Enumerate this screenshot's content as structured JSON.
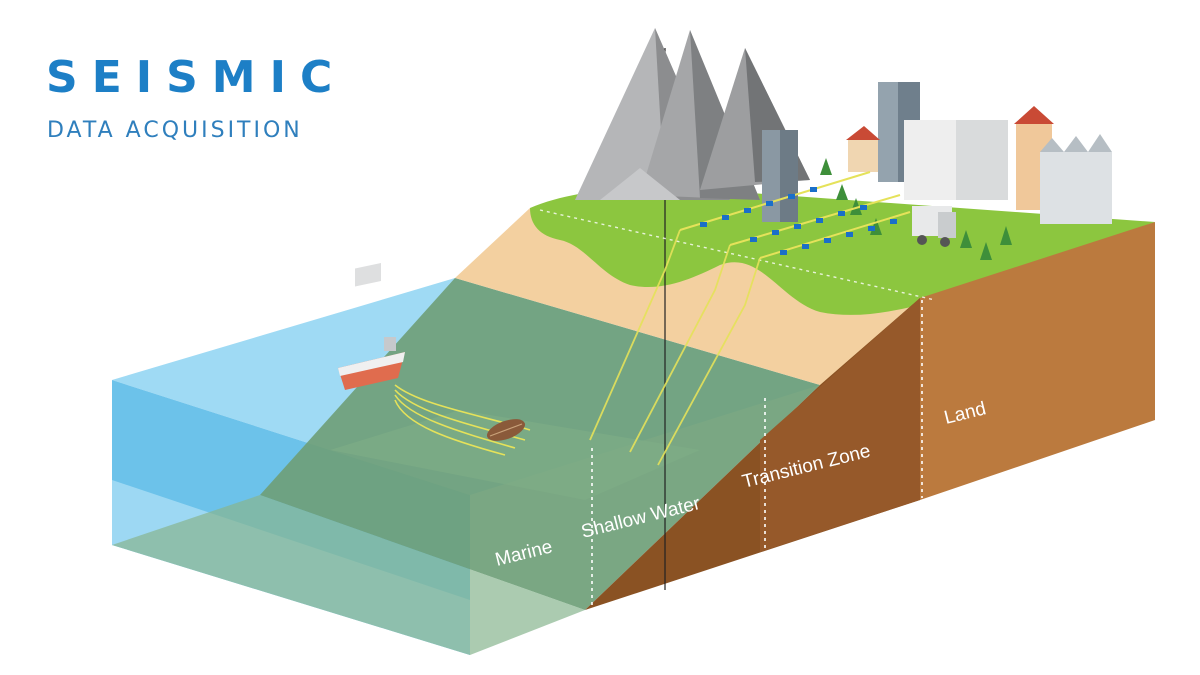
{
  "title": {
    "main": "SEISMIC",
    "sub": "DATA ACQUISITION"
  },
  "zones": {
    "marine": "Marine",
    "shallow_water": "Shallow Water",
    "transition_zone": "Transition Zone",
    "land": "Land"
  },
  "colors": {
    "title_blue": "#1d7fc6",
    "water": "#8fd3f0",
    "water_front": "#5fb9e6",
    "shelf_green": "#6e9f78",
    "sand": "#f2cf9f",
    "grass": "#8cc63f",
    "earth_side": "#b9783d",
    "earth_front": "#8a5223",
    "mountain": "#a8a9ab",
    "cable": "#e5e25a",
    "geophone": "#1a6fc9"
  },
  "icons": {
    "vessel": "survey-vessel-icon",
    "truck": "vibroseis-truck-icon",
    "node_package": "ocean-bottom-node-icon"
  }
}
